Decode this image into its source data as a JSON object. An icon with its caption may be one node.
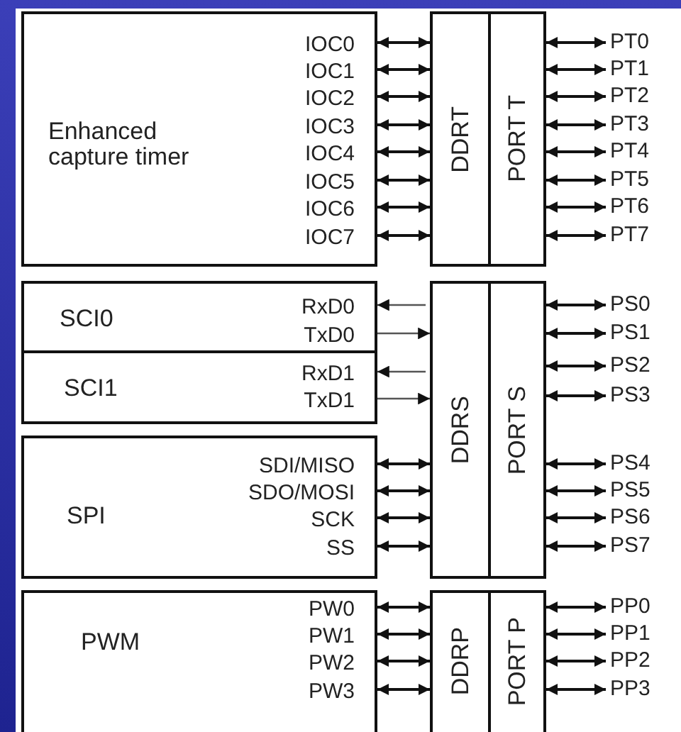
{
  "diagram": {
    "nodes": [
      {
        "text": [
          "Enhanced capture timer",
          "IOC0",
          "IOC1",
          "IOC2",
          "IOC3",
          "IOC4",
          "IOC5",
          "IOC6",
          "IOC7"
        ]
      },
      {
        "text": [
          "DDRT"
        ]
      },
      {
        "text": [
          "PORT T"
        ]
      },
      {
        "text": [
          "PT0"
        ]
      },
      {
        "text": [
          "PT1"
        ]
      },
      {
        "text": [
          "PT2"
        ]
      },
      {
        "text": [
          "PT3"
        ]
      },
      {
        "text": [
          "PT4"
        ]
      },
      {
        "text": [
          "PT5"
        ]
      },
      {
        "text": [
          "PT6"
        ]
      },
      {
        "text": [
          "PT7"
        ]
      },
      {
        "text": [
          "SCI0",
          "RxD0",
          "TxD0"
        ]
      },
      {
        "text": [
          "SCI1",
          "RxD1",
          "TxD1"
        ]
      },
      {
        "text": [
          "SPI",
          "SDI/MISO",
          "SDO/MOSI",
          "SCK",
          "SS"
        ]
      },
      {
        "text": [
          "DDRS"
        ]
      },
      {
        "text": [
          "PORT S"
        ]
      },
      {
        "text": [
          "PS0"
        ]
      },
      {
        "text": [
          "PS1"
        ]
      },
      {
        "text": [
          "PS2"
        ]
      },
      {
        "text": [
          "PS3"
        ]
      },
      {
        "text": [
          "PS4"
        ]
      },
      {
        "text": [
          "PS5"
        ]
      },
      {
        "text": [
          "PS6"
        ]
      },
      {
        "text": [
          "PS7"
        ]
      },
      {
        "text": [
          "PWM",
          "PW0",
          "PW1",
          "PW2",
          "PW3"
        ]
      },
      {
        "text": [
          "DDRP"
        ]
      },
      {
        "text": [
          "PORT P"
        ]
      },
      {
        "text": [
          "PP0"
        ]
      },
      {
        "text": [
          "PP1"
        ]
      },
      {
        "text": [
          "PP2"
        ]
      },
      {
        "text": [
          "PP3"
        ]
      }
    ],
    "edges": [
      {
        "from": 0,
        "to": 1,
        "arrow": "both"
      },
      {
        "from": 0,
        "to": 1,
        "arrow": "both"
      },
      {
        "from": 0,
        "to": 1,
        "arrow": "both"
      },
      {
        "from": 0,
        "to": 1,
        "arrow": "both"
      },
      {
        "from": 0,
        "to": 1,
        "arrow": "both"
      },
      {
        "from": 0,
        "to": 1,
        "arrow": "both"
      },
      {
        "from": 0,
        "to": 1,
        "arrow": "both"
      },
      {
        "from": 0,
        "to": 1,
        "arrow": "both"
      },
      {
        "from": 2,
        "to": 3,
        "arrow": "both"
      },
      {
        "from": 2,
        "to": 4,
        "arrow": "both"
      },
      {
        "from": 2,
        "to": 5,
        "arrow": "both"
      },
      {
        "from": 2,
        "to": 6,
        "arrow": "both"
      },
      {
        "from": 2,
        "to": 7,
        "arrow": "both"
      },
      {
        "from": 2,
        "to": 8,
        "arrow": "both"
      },
      {
        "from": 2,
        "to": 9,
        "arrow": "both"
      },
      {
        "from": 2,
        "to": 10,
        "arrow": "both"
      },
      {
        "from": 14,
        "to": 11,
        "arrow": "to"
      },
      {
        "from": 11,
        "to": 14,
        "arrow": "to"
      },
      {
        "from": 14,
        "to": 12,
        "arrow": "to"
      },
      {
        "from": 12,
        "to": 14,
        "arrow": "to"
      },
      {
        "from": 13,
        "to": 14,
        "arrow": "both"
      },
      {
        "from": 13,
        "to": 14,
        "arrow": "both"
      },
      {
        "from": 13,
        "to": 14,
        "arrow": "both"
      },
      {
        "from": 13,
        "to": 14,
        "arrow": "both"
      },
      {
        "from": 15,
        "to": 16,
        "arrow": "both"
      },
      {
        "from": 15,
        "to": 17,
        "arrow": "both"
      },
      {
        "from": 15,
        "to": 18,
        "arrow": "both"
      },
      {
        "from": 15,
        "to": 19,
        "arrow": "both"
      },
      {
        "from": 15,
        "to": 20,
        "arrow": "both"
      },
      {
        "from": 15,
        "to": 21,
        "arrow": "both"
      },
      {
        "from": 15,
        "to": 22,
        "arrow": "both"
      },
      {
        "from": 15,
        "to": 23,
        "arrow": "both"
      },
      {
        "from": 24,
        "to": 25,
        "arrow": "both"
      },
      {
        "from": 24,
        "to": 25,
        "arrow": "both"
      },
      {
        "from": 24,
        "to": 25,
        "arrow": "both"
      },
      {
        "from": 24,
        "to": 25,
        "arrow": "both"
      },
      {
        "from": 26,
        "to": 27,
        "arrow": "both"
      },
      {
        "from": 26,
        "to": 28,
        "arrow": "both"
      },
      {
        "from": 26,
        "to": 29,
        "arrow": "both"
      },
      {
        "from": 26,
        "to": 30,
        "arrow": "both"
      }
    ]
  }
}
